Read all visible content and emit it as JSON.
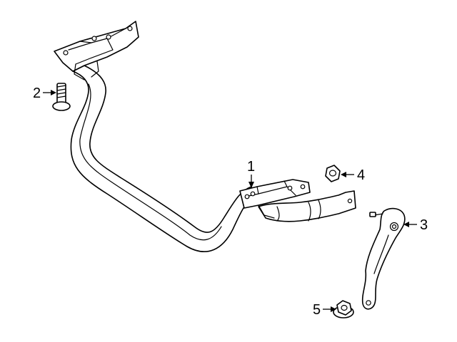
{
  "callouts": [
    {
      "id": "1",
      "label": "1",
      "part": "stabilizer-bar"
    },
    {
      "id": "2",
      "label": "2",
      "part": "bolt"
    },
    {
      "id": "3",
      "label": "3",
      "part": "stabilizer-link"
    },
    {
      "id": "4",
      "label": "4",
      "part": "nut"
    },
    {
      "id": "5",
      "label": "5",
      "part": "flange-nut"
    }
  ]
}
